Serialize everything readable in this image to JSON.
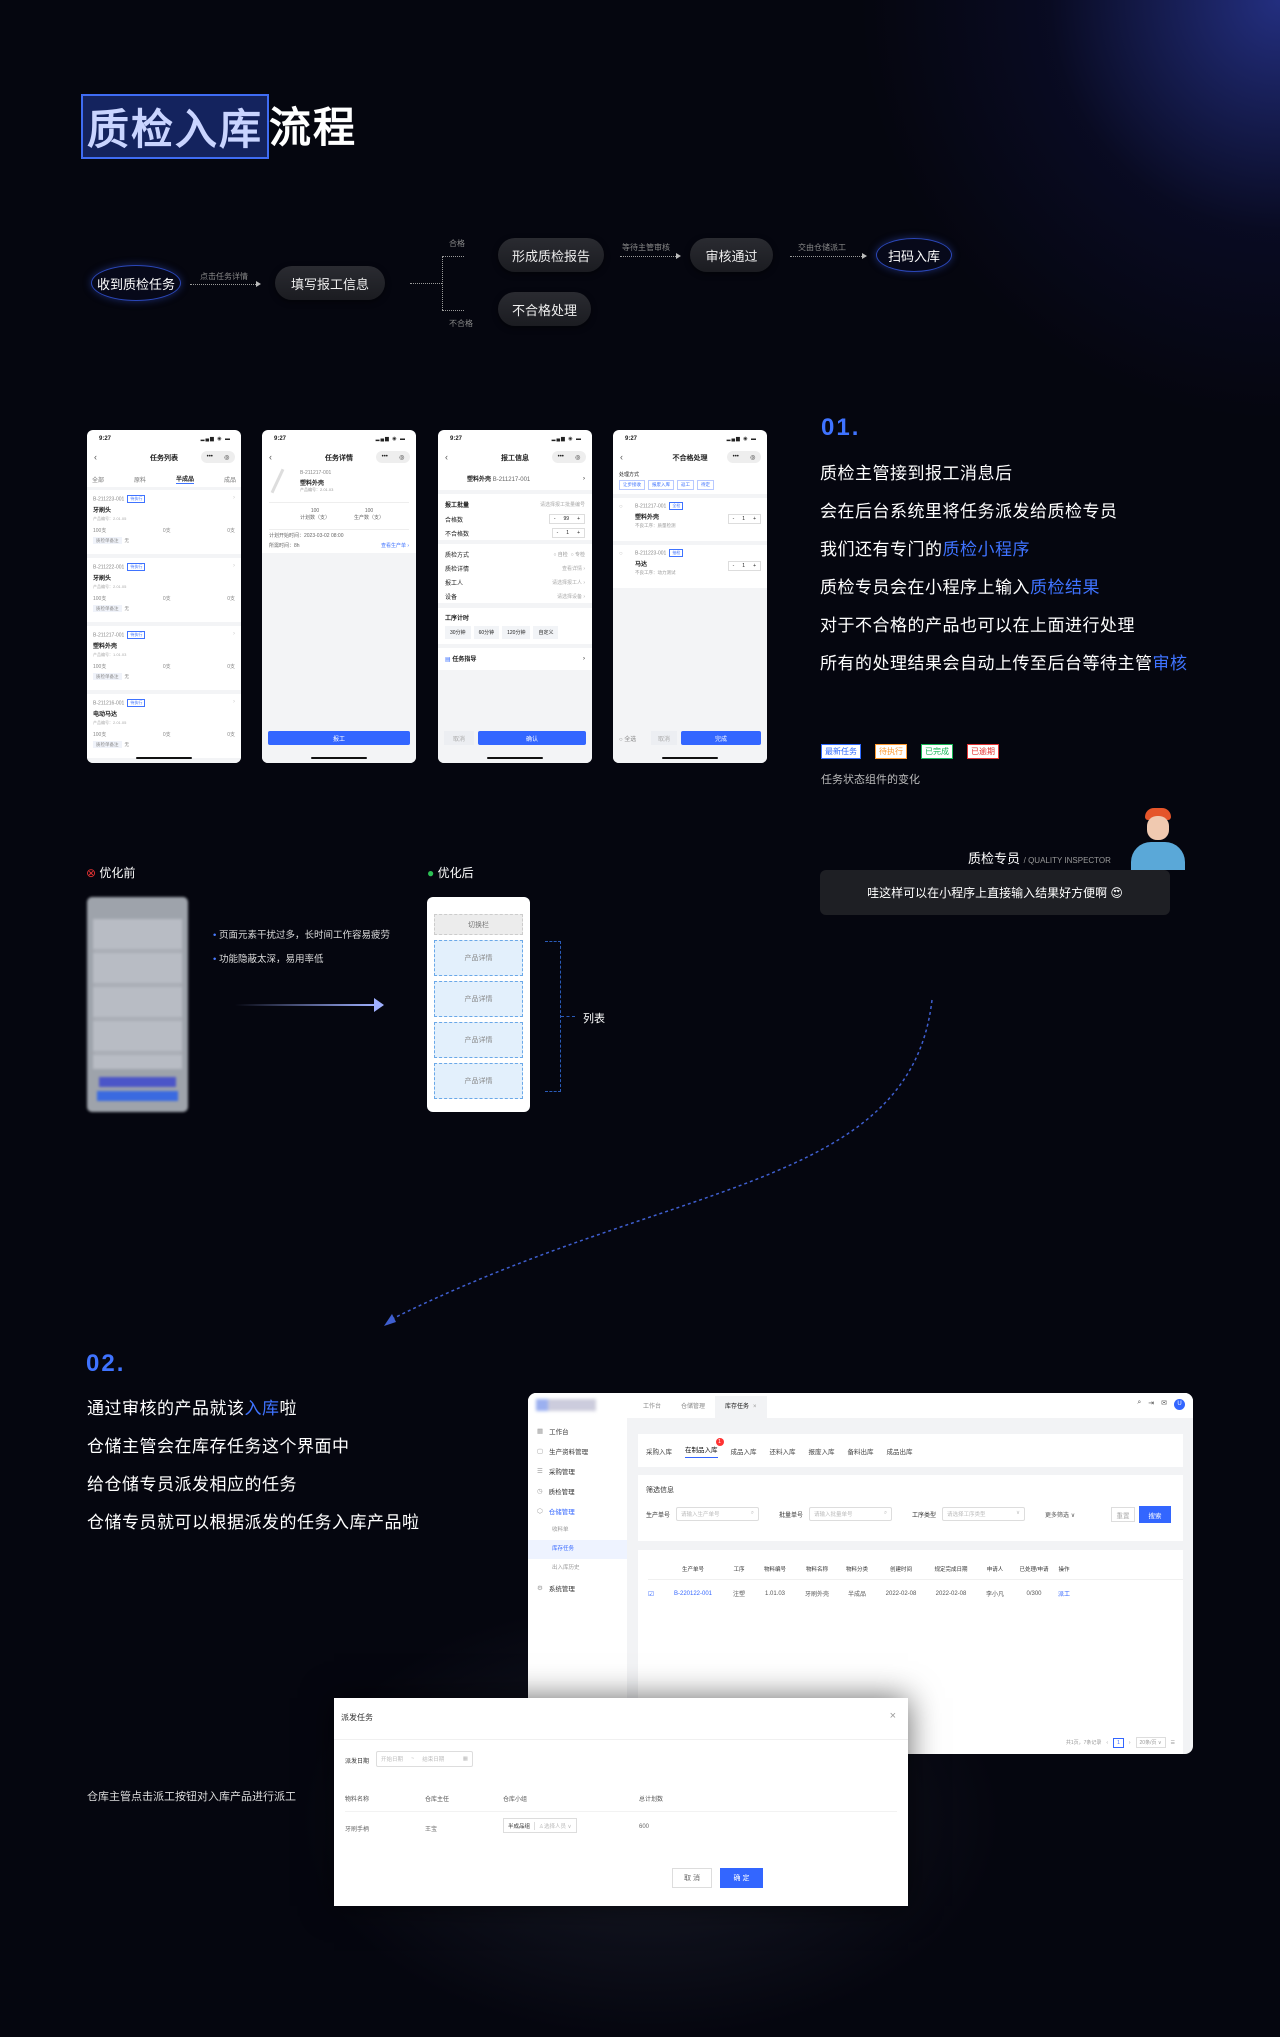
{
  "title": {
    "highlight": "质检入库",
    "rest": "流程"
  },
  "flow": {
    "nodes": {
      "receive": "收到质检任务",
      "fill": "填写报工信息",
      "report": "形成质检报告",
      "unqualified": "不合格处理",
      "approved": "审核通过",
      "scan": "扫码入库"
    },
    "labels": {
      "click_detail": "点击任务详情",
      "qualified": "合格",
      "not_qualified": "不合格",
      "wait_review": "等待主管审核",
      "to_warehouse": "交由仓储派工"
    }
  },
  "phones": {
    "time": "9:27",
    "status_icons": "▂▄▆ ◉ ▬",
    "capsule": [
      "•••",
      "◎"
    ],
    "list": {
      "title": "任务列表",
      "tabs": [
        "全部",
        "原料",
        "半成品",
        "成品"
      ],
      "active_tab": 2,
      "cards": [
        {
          "code": "B-211223-001",
          "tag": "待执行",
          "name": "牙刷头",
          "product_no": "产品编号：2.01.05",
          "stats": [
            "100支",
            "0支",
            "0支"
          ],
          "note": "质检单备注",
          "note_val": "无"
        },
        {
          "code": "B-211222-001",
          "tag": "待执行",
          "name": "牙刷头",
          "product_no": "产品编号：2.01.05",
          "stats": [
            "100支",
            "0支",
            "0支"
          ],
          "note": "质检单备注",
          "note_val": "无"
        },
        {
          "code": "B-211217-001",
          "tag": "待执行",
          "name": "塑料外壳",
          "product_no": "产品编号：1.01.03",
          "stats": [
            "100支",
            "0支",
            "0支"
          ],
          "note": "质检单备注",
          "note_val": "无"
        },
        {
          "code": "B-211216-001",
          "tag": "待执行",
          "name": "电动马达",
          "product_no": "产品编号：2.01.05",
          "stats": [
            "100支",
            "0支",
            "0支"
          ],
          "note": "质检单备注",
          "note_val": "无"
        }
      ]
    },
    "detail": {
      "title": "任务详情",
      "code": "B-211217-001",
      "name": "塑料外壳",
      "product_no": "产品编号：2.01.03",
      "plan_val": "100",
      "plan_label": "计划数（支）",
      "prod_val": "100",
      "prod_label": "生产数（支）",
      "start": "计划开始时间：2023-03-02  08:00",
      "duration": "所需时间：8h",
      "link": "查看生产单 ›",
      "button": "报工"
    },
    "report": {
      "title": "报工信息",
      "name": "塑料外壳",
      "code": "B-211217-001",
      "batch_label": "报工批量",
      "batch_ph": "请选择报工批量编号",
      "ok_label": "合格数",
      "ok_val": "99",
      "ng_label": "不合格数",
      "ng_val": "1",
      "method_label": "质检方式",
      "method_opts": [
        "自检",
        "专检"
      ],
      "detail_label": "质检详情",
      "detail_val": "查看详情 ›",
      "worker_label": "报工人",
      "worker_val": "请选择报工人 ›",
      "device_label": "设备",
      "device_val": "请选择设备 ›",
      "timer_label": "工序计时",
      "timers": [
        "30分钟",
        "60分钟",
        "120分钟",
        "自定义"
      ],
      "guide": "任务指导",
      "cancel": "取消",
      "confirm": "确认"
    },
    "unq": {
      "title": "不合格处理",
      "method_label": "处理方式",
      "methods": [
        "让步接收",
        "报废入库",
        "返工",
        "待定"
      ],
      "items": [
        {
          "code": "B-211217-001",
          "tag": "全检",
          "name": "塑料外壳",
          "proc": "不良工序：质量检测",
          "qty": "1"
        },
        {
          "code": "B-211223-001",
          "tag": "抽检",
          "name": "马达",
          "proc": "不良工序：动力测试",
          "qty": "1"
        }
      ],
      "select_all": "全选",
      "cancel": "取消",
      "done": "完成"
    }
  },
  "section1": {
    "num": "01.",
    "lines": [
      {
        "text": "质检主管接到报工消息后",
        "hl": ""
      },
      {
        "text": "会在后台系统里将任务派发给质检专员",
        "hl": ""
      },
      {
        "text": "我们还有专门的",
        "hl": "质检小程序"
      },
      {
        "text": "质检专员会在小程序上输入",
        "hl": "质检结果"
      },
      {
        "text": "对于不合格的产品也可以在上面进行处理",
        "hl": ""
      },
      {
        "text": "所有的处理结果会自动上传至后台等待主管",
        "hl": "审核"
      }
    ],
    "badges": [
      {
        "label": "最新任务",
        "color": "#2f6bff"
      },
      {
        "label": "待执行",
        "color": "#ff9a2e"
      },
      {
        "label": "已完成",
        "color": "#18b857"
      },
      {
        "label": "已逾期",
        "color": "#e53333"
      }
    ],
    "badge_caption": "任务状态组件的变化",
    "persona": {
      "name": "质检专员",
      "role": "/ QUALITY INSPECTOR",
      "quote": "哇这样可以在小程序上直接输入结果好方便啊 😍"
    }
  },
  "compare": {
    "before": "优化前",
    "after": "优化后",
    "points": [
      "页面元素干扰过多，长时间工作容易疲劳",
      "功能隐蔽太深，易用率低"
    ],
    "switch_bar": "切换栏",
    "items": [
      "产品详情",
      "产品详情",
      "产品详情",
      "产品详情"
    ],
    "list_label": "列表"
  },
  "section2": {
    "num": "02.",
    "lines": [
      {
        "pre": "通过审核的产品就该",
        "hl": "入库",
        "post": "啦"
      },
      {
        "pre": "仓储主管会在库存任务这个界面中",
        "hl": "",
        "post": ""
      },
      {
        "pre": "给仓储专员派发相应的任务",
        "hl": "",
        "post": ""
      },
      {
        "pre": "仓储专员就可以根据派发的任务入库产品啦",
        "hl": "",
        "post": ""
      }
    ],
    "caption": "仓库主管点击派工按钮对入库产品进行派工"
  },
  "desktop": {
    "tabs": [
      "工作台",
      "仓储管理",
      "库存任务"
    ],
    "tab_close": "×",
    "top_icons": [
      "⌕",
      "⇥",
      "✉",
      "U"
    ],
    "sidebar": [
      "工作台",
      "生产资料管理",
      "采购管理",
      "质检管理",
      "仓储管理"
    ],
    "sidebar_icons": [
      "▦",
      "▢",
      "☰",
      "◷",
      "⬡"
    ],
    "sub": [
      "收料单",
      "库存任务",
      "出入库历史"
    ],
    "system": "系统管理",
    "subtabs": [
      "采购入库",
      "在制品入库",
      "成品入库",
      "还料入库",
      "报废入库",
      "备料出库",
      "成品出库"
    ],
    "badge": "1",
    "filter_title": "筛选信息",
    "filters": [
      {
        "label": "生产单号",
        "ph": "请输入生产单号"
      },
      {
        "label": "批量单号",
        "ph": "请输入批量单号"
      },
      {
        "label": "工序类型",
        "ph": "请选择工序类型"
      }
    ],
    "more": "更多筛选 ∨",
    "reset": "重置",
    "search": "搜索",
    "headers": [
      "生产单号",
      "工序",
      "物料编号",
      "物料名称",
      "物料分类",
      "创建时间",
      "规定完成日期",
      "申请人",
      "已处理/申请",
      "操作"
    ],
    "row": [
      "B-220122-001",
      "注塑",
      "1.01.03",
      "牙刷外壳",
      "半成品",
      "2022-02-08",
      "2022-02-08",
      "李小凡",
      "0/300",
      "派工"
    ],
    "pager": {
      "summary": "共1页，7条记录",
      "page": "1",
      "size": "20条/页 ∨"
    }
  },
  "modal": {
    "title": "派发任务",
    "date_label": "派发日期",
    "start_ph": "开始日期",
    "sep": "~",
    "end_ph": "结束日期",
    "headers": [
      "物料名称",
      "仓库主任",
      "仓库小组",
      "总计划数"
    ],
    "row": {
      "material": "牙刷手柄",
      "director": "王宝",
      "group": "半成品组",
      "person_ph": "选择人员",
      "total": "600"
    },
    "cancel": "取 消",
    "ok": "确 定"
  }
}
